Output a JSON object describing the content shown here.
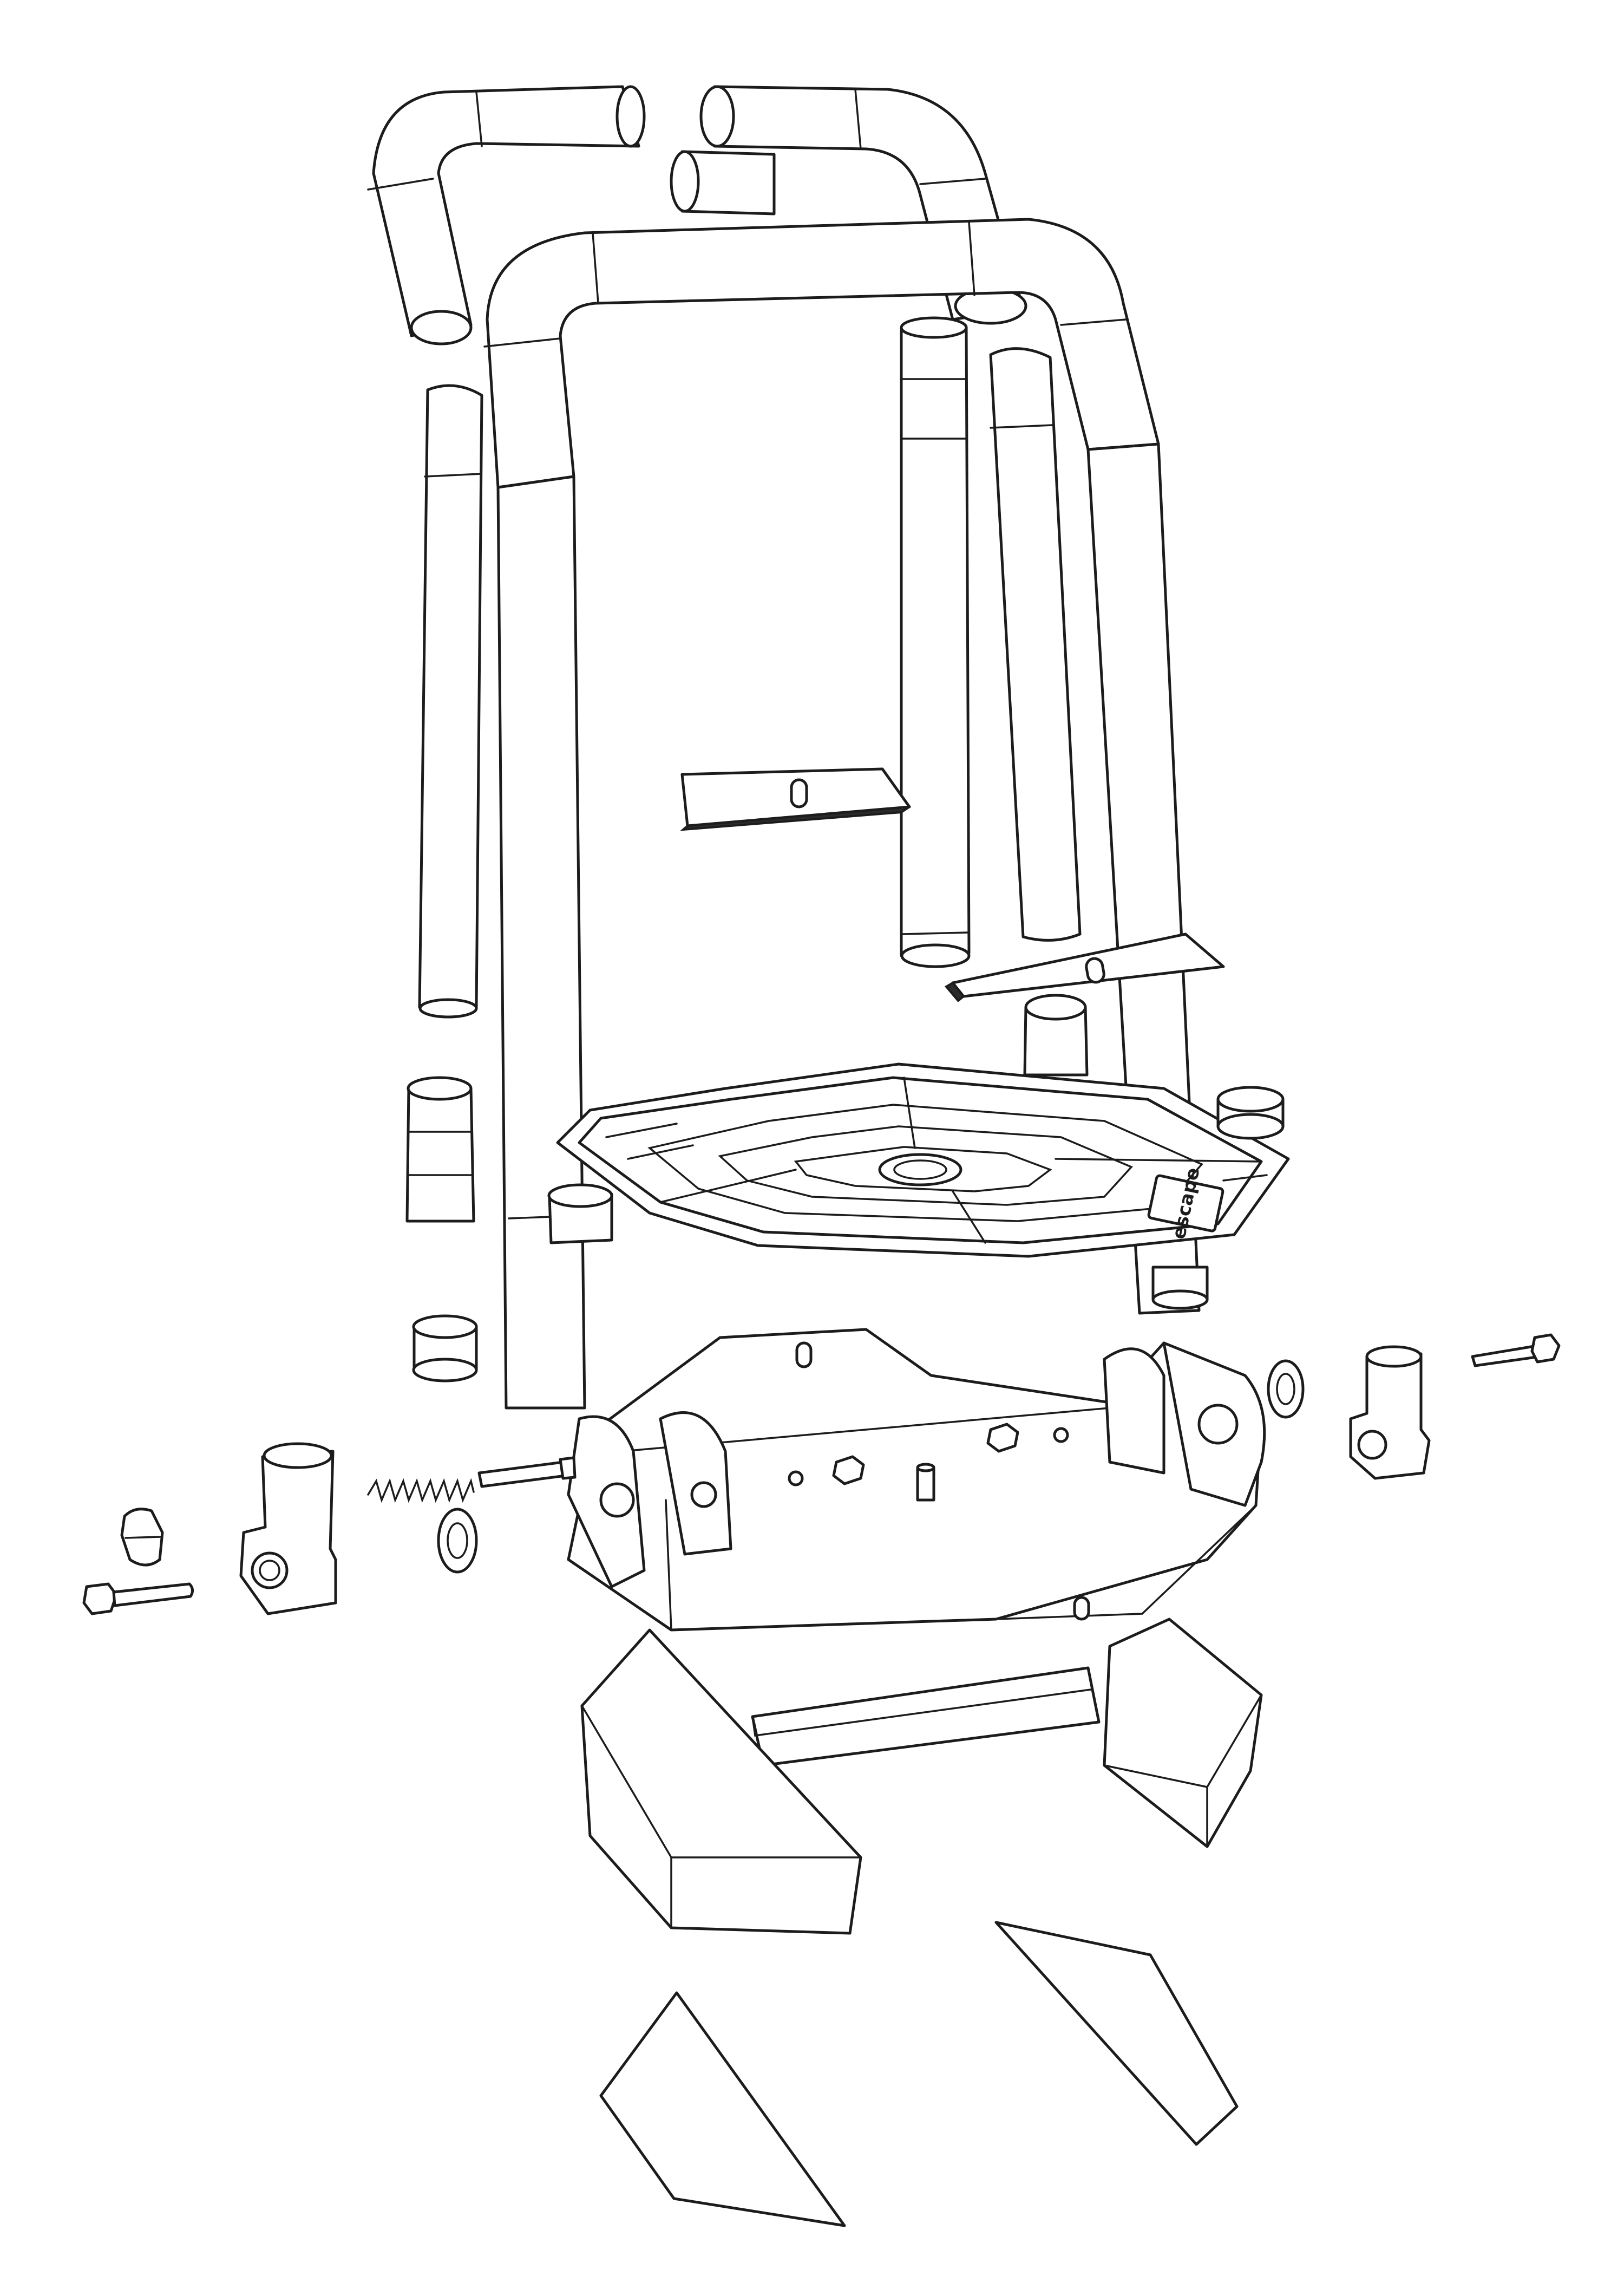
{
  "figure": {
    "style": "black-and-white exploded assembly line drawing",
    "parts": [
      {
        "id": "frame-tube-left-bent",
        "icon": "bent-tube-icon"
      },
      {
        "id": "frame-tube-right-bent",
        "icon": "bent-tube-icon"
      },
      {
        "id": "frame-tube-center-arch",
        "icon": "arch-tube-icon"
      },
      {
        "id": "frame-tube-left-straight",
        "icon": "tube-icon"
      },
      {
        "id": "frame-tube-center-vertical",
        "icon": "tube-icon"
      },
      {
        "id": "frame-tube-right-straight",
        "icon": "tube-icon"
      },
      {
        "id": "upper-bracket-plate",
        "icon": "bracket-icon"
      },
      {
        "id": "lower-bracket-plate",
        "icon": "bracket-icon"
      },
      {
        "id": "octagonal-top-deck",
        "icon": "deck-plate-icon"
      },
      {
        "id": "short-coupler-sleeves",
        "icon": "sleeve-icon"
      },
      {
        "id": "hexagonal-base-housing",
        "icon": "housing-icon"
      },
      {
        "id": "left-pivot-joint",
        "icon": "joint-icon"
      },
      {
        "id": "right-pivot-joint",
        "icon": "joint-icon"
      },
      {
        "id": "hex-bolts",
        "icon": "bolt-icon"
      },
      {
        "id": "cap-knob",
        "icon": "knob-icon"
      },
      {
        "id": "compression-spring",
        "icon": "spring-icon"
      },
      {
        "id": "bearings",
        "icon": "bearing-icon"
      },
      {
        "id": "pin",
        "icon": "pin-icon"
      },
      {
        "id": "lower-base-frame",
        "icon": "base-frame-icon"
      },
      {
        "id": "left-foot-pad",
        "icon": "foot-pad-icon"
      },
      {
        "id": "right-foot-pad",
        "icon": "foot-pad-icon"
      }
    ]
  },
  "logo": {
    "text": "escape"
  }
}
